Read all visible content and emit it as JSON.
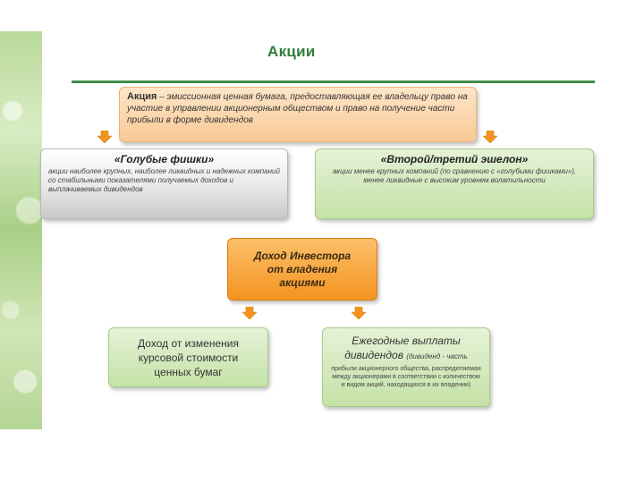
{
  "title": "Акции",
  "definition": {
    "term": "Акция",
    "text": " – эмиссионная ценная бумага, предоставляющая ее владельцу право на участие в управлении акционерным обществом и право на получение части прибыли в форме дивидендов"
  },
  "blue_chips": {
    "heading": "«Голубые фишки»",
    "description": "акции наиболее крупных, наиболее ликвидных и надежных компаний со стабильными показателями получаемых доходов и выплачиваемых дивидендов"
  },
  "second_tier": {
    "heading": "«Второй/третий эшелон»",
    "description": "акции менее крупных компаний (по сравнению с «голубыми фишками»), менее ликвидные с высоким уровнем волатильности"
  },
  "investor_income": {
    "label": "Доход Инвестора\nот владения\nакциями"
  },
  "price_change_income": {
    "label": "Доход от изменения\nкурсовой стоимости\nценных бумаг"
  },
  "dividends": {
    "heading": "Ежегодные выплаты дивидендов",
    "inline_note": "(дивиденд - часть",
    "note": "прибыли акционерного общества, распределяемая между акционерами в соответствии с количеством и видом акций, находящихся в их владении)"
  },
  "colors": {
    "title": "#2f7d3a",
    "rule": "#3f8b4a",
    "arrow": "#f39420",
    "definition_box": "#f9c995",
    "income_box": "#f39420",
    "green_box": "#c5e2a8",
    "grey_box": "#c9c9c9"
  }
}
